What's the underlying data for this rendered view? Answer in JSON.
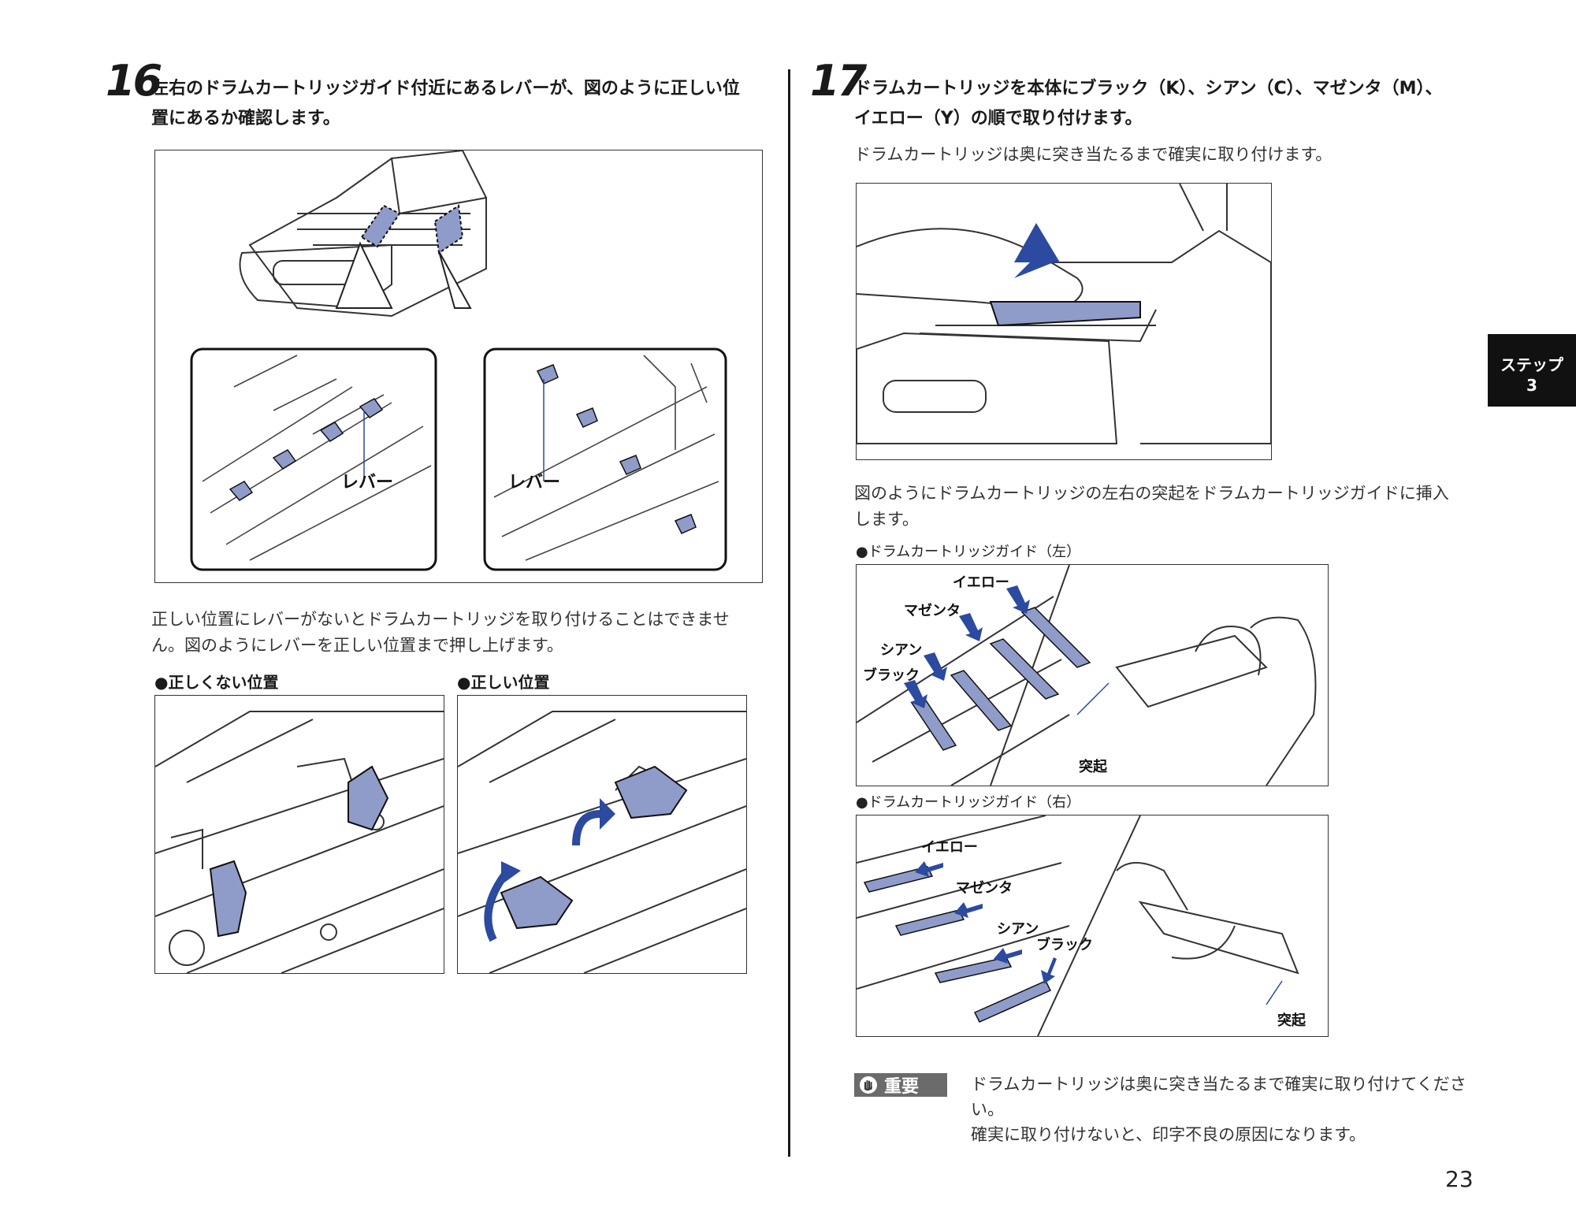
{
  "step16": {
    "number": "16",
    "title_line1": "左右のドラムカートリッジガイド付近にあるレバーが、図のように正しい位",
    "title_line2": "置にあるか確認します。",
    "figure_labels": [
      "レバー",
      "レバー"
    ],
    "body_line1": "正しい位置にレバーがないとドラムカートリッジを取り付けることはできませ",
    "body_line2": "ん。図のようにレバーを正しい位置まで押し上げます。",
    "caption_wrong": "●正しくない位置",
    "caption_right": "●正しい位置"
  },
  "step17": {
    "number": "17",
    "title_line1": "ドラムカートリッジを本体にブラック（K）、シアン（C）、マゼンタ（M）、",
    "title_line2": "イエロー（Y）の順で取り付けます。",
    "body1": "ドラムカートリッジは奥に突き当たるまで確実に取り付けます。",
    "body2_line1": "図のようにドラムカートリッジの左右の突起をドラムカートリッジガイドに挿入",
    "body2_line2": "します。",
    "caption_left": "●ドラムカートリッジガイド（左）",
    "caption_right": "●ドラムカートリッジガイド（右）",
    "left_labels": {
      "yellow": "イエロー",
      "magenta": "マゼンタ",
      "cyan": "シアン",
      "black": "ブラック",
      "protrusion": "突起"
    },
    "right_labels": {
      "yellow": "イエロー",
      "magenta": "マゼンタ",
      "cyan": "シアン",
      "black": "ブラック",
      "protrusion": "突起"
    }
  },
  "important": {
    "badge": "重要",
    "icon": "hand-stop-icon",
    "line1": "ドラムカートリッジは奥に突き当たるまで確実に取り付けてください。",
    "line2": "確実に取り付けないと、印字不良の原因になります。"
  },
  "side_tab": {
    "line1": "ステップ",
    "line2": "3"
  },
  "page_number": "23",
  "colors": {
    "accent": "#8f9cc9",
    "accent_dark": "#2b4aa0",
    "line": "#333333"
  }
}
